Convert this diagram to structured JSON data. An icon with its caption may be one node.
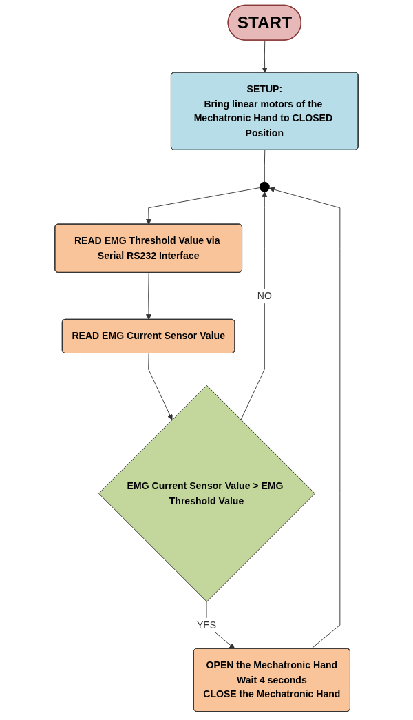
{
  "diagram": {
    "nodes": [
      {
        "text": [
          "START"
        ]
      },
      {
        "text": [
          "SETUP:",
          "Bring linear motors of the Mechatronic Hand to CLOSED Position"
        ]
      },
      {
        "text": [],
        "shape": "circle"
      },
      {
        "text": [
          "READ EMG Threshold Value via Serial RS232 Interface"
        ]
      },
      {
        "text": [
          "READ EMG Current Sensor Value"
        ]
      },
      {
        "text": [
          "EMG Current Sensor Value > EMG Threshold Value"
        ]
      },
      {
        "text": [
          "OPEN the Mechatronic Hand",
          "Wait 4 seconds",
          "CLOSE the  Mechatronic Hand"
        ]
      }
    ],
    "edges": [
      {
        "from": 0,
        "to": 1,
        "arrow": "to"
      },
      {
        "from": 1,
        "to": 2,
        "arrow": "none"
      },
      {
        "from": 2,
        "to": 3,
        "arrow": "to"
      },
      {
        "from": 3,
        "to": 4,
        "arrow": "to"
      },
      {
        "from": 4,
        "to": 5,
        "arrow": "to"
      },
      {
        "from": 5,
        "to": 2,
        "label": "NO",
        "arrow": "to"
      },
      {
        "from": 5,
        "to": 6,
        "label": "YES",
        "arrow": "to"
      },
      {
        "from": 6,
        "to": 2,
        "arrow": "to"
      }
    ]
  }
}
